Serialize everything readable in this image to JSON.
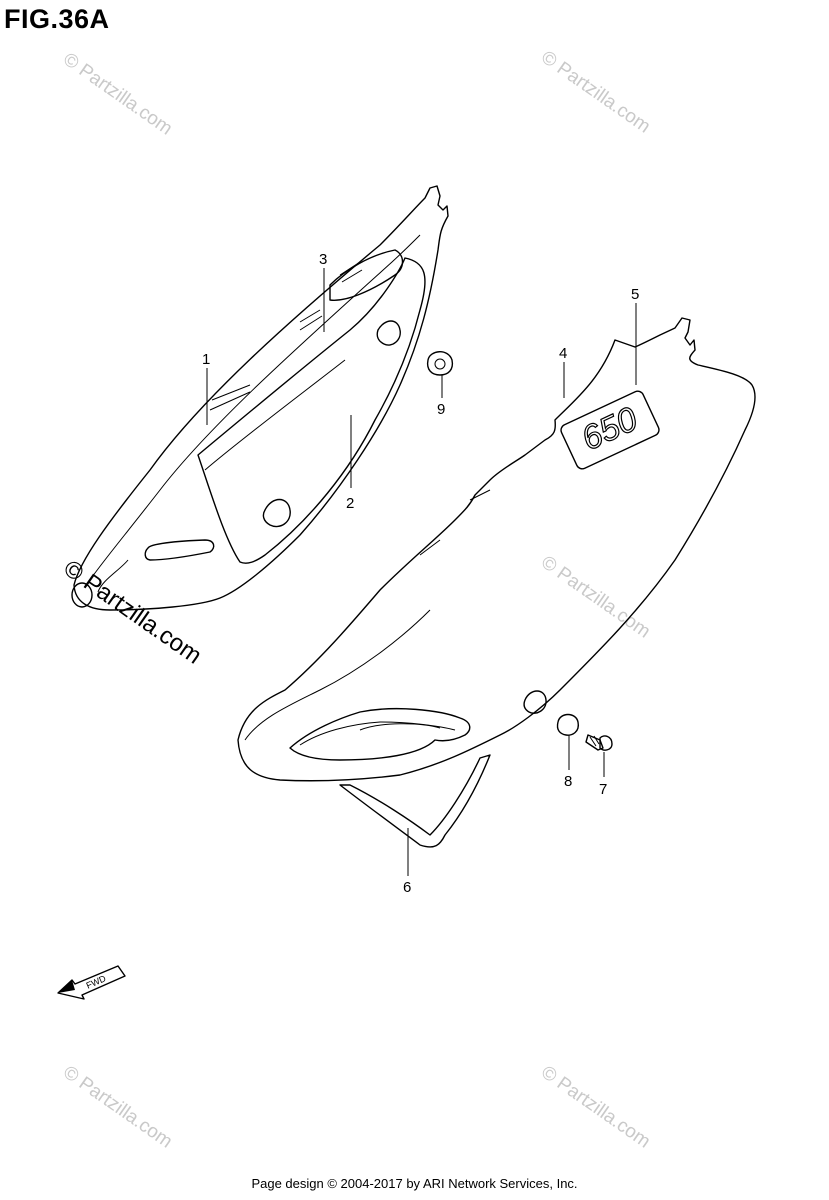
{
  "figure": {
    "title": "FIG.36A"
  },
  "callouts": [
    "1",
    "2",
    "3",
    "4",
    "5",
    "6",
    "7",
    "8",
    "9"
  ],
  "emblem_text": "650",
  "fwd_label": "FWD",
  "watermark": {
    "text": "© Partzilla.com"
  },
  "footer": "Page design © 2004-2017 by ARI Network Services, Inc."
}
